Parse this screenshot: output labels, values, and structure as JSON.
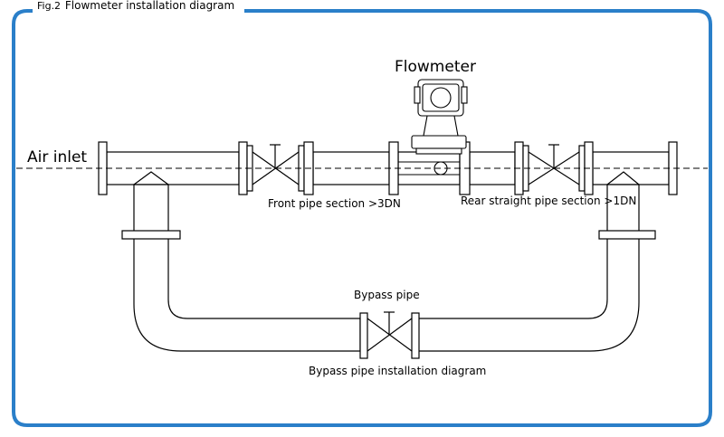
{
  "figure": {
    "fig_number": "Fig.2",
    "title": "Flowmeter installation diagram"
  },
  "labels": {
    "flowmeter": "Flowmeter",
    "air_inlet": "Air inlet",
    "front_pipe": "Front pipe section >3DN",
    "rear_pipe": "Rear straight pipe section >1DN",
    "bypass_pipe": "Bypass  pipe",
    "bypass_installation": "Bypass pipe installation diagram"
  },
  "colors": {
    "frame": "#2a7fc9",
    "line": "#000000"
  }
}
